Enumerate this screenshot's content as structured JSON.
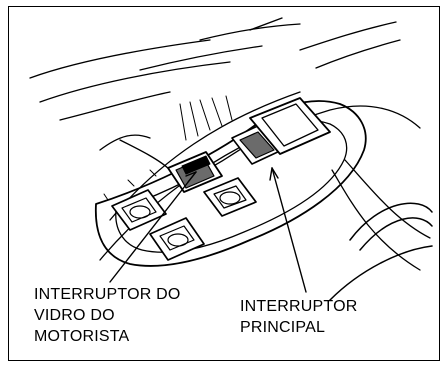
{
  "diagram": {
    "colors": {
      "ink": "#000000",
      "paper": "#ffffff",
      "shade": "#6b6b6b"
    },
    "labels": {
      "driver_window_switch": [
        "INTERRUPTOR DO",
        "VIDRO DO",
        "MOTORISTA"
      ],
      "main_switch": [
        "INTERRUPTOR",
        "PRINCIPAL"
      ]
    }
  }
}
